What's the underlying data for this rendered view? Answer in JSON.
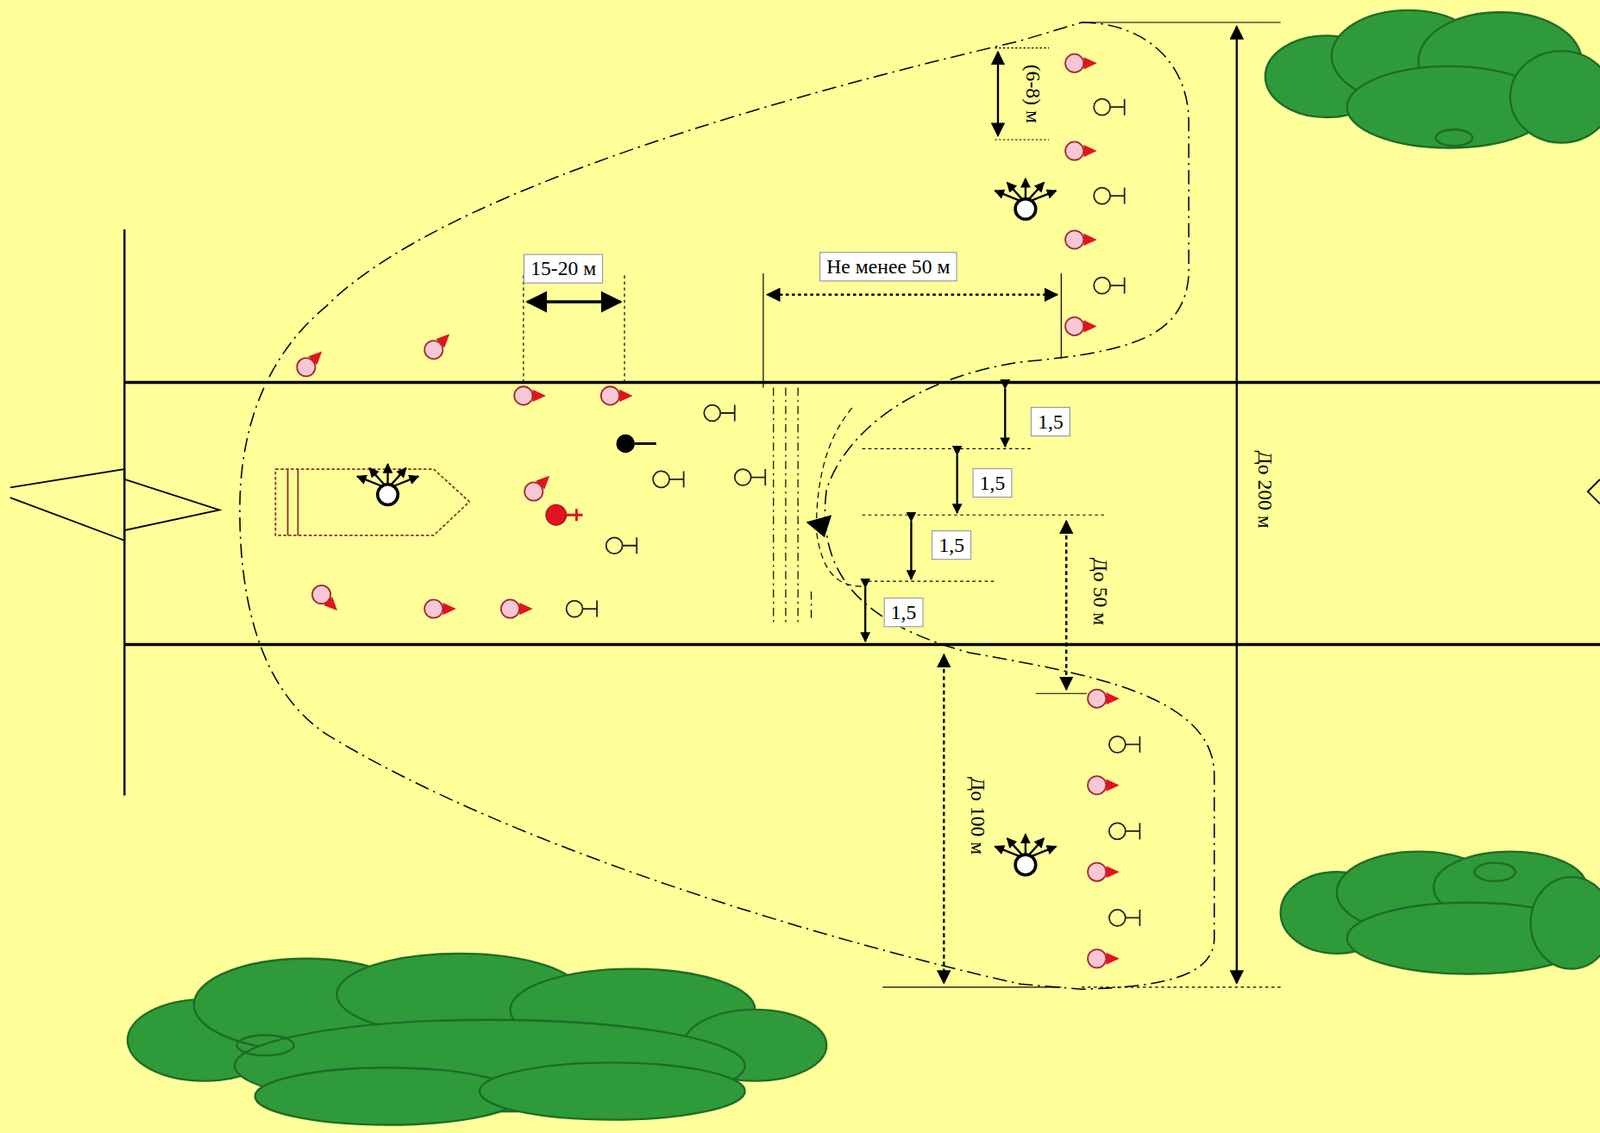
{
  "diagram": {
    "labels": [
      "15-20 м",
      "Не менее 50 м",
      "1,5",
      "1,5",
      "1,5",
      "1,5",
      "До 200 м",
      "До 50 м",
      "До 100 м",
      "(6-8) м"
    ]
  }
}
